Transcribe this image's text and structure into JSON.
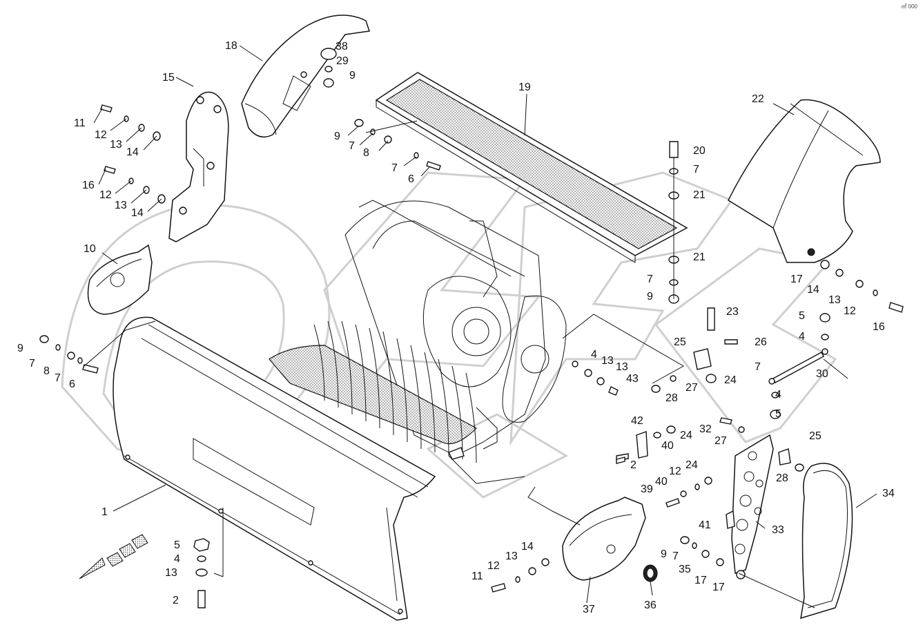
{
  "corner_mark": "㎡ 000",
  "callouts": [
    {
      "id": "c1",
      "text": "1"
    },
    {
      "id": "c2a",
      "text": "2"
    },
    {
      "id": "c2b",
      "text": "2"
    },
    {
      "id": "c4a",
      "text": "4"
    },
    {
      "id": "c4b",
      "text": "4"
    },
    {
      "id": "c4c",
      "text": "4"
    },
    {
      "id": "c4d",
      "text": "4"
    },
    {
      "id": "c5a",
      "text": "5"
    },
    {
      "id": "c5b",
      "text": "5"
    },
    {
      "id": "c5c",
      "text": "5"
    },
    {
      "id": "c6a",
      "text": "6"
    },
    {
      "id": "c6b",
      "text": "6"
    },
    {
      "id": "c7a",
      "text": "7"
    },
    {
      "id": "c7b",
      "text": "7"
    },
    {
      "id": "c7c",
      "text": "7"
    },
    {
      "id": "c7d",
      "text": "7"
    },
    {
      "id": "c7e",
      "text": "7"
    },
    {
      "id": "c7f",
      "text": "7"
    },
    {
      "id": "c7g",
      "text": "7"
    },
    {
      "id": "c7h",
      "text": "7"
    },
    {
      "id": "c8a",
      "text": "8"
    },
    {
      "id": "c8b",
      "text": "8"
    },
    {
      "id": "c9a",
      "text": "9"
    },
    {
      "id": "c9b",
      "text": "9"
    },
    {
      "id": "c9c",
      "text": "9"
    },
    {
      "id": "c9d",
      "text": "9"
    },
    {
      "id": "c9e",
      "text": "9"
    },
    {
      "id": "c10",
      "text": "10"
    },
    {
      "id": "c11a",
      "text": "11"
    },
    {
      "id": "c11b",
      "text": "11"
    },
    {
      "id": "c12a",
      "text": "12"
    },
    {
      "id": "c12b",
      "text": "12"
    },
    {
      "id": "c12c",
      "text": "12"
    },
    {
      "id": "c12d",
      "text": "12"
    },
    {
      "id": "c12e",
      "text": "12"
    },
    {
      "id": "c13a",
      "text": "13"
    },
    {
      "id": "c13b",
      "text": "13"
    },
    {
      "id": "c13c",
      "text": "13"
    },
    {
      "id": "c13d",
      "text": "13"
    },
    {
      "id": "c13e",
      "text": "13"
    },
    {
      "id": "c13f",
      "text": "13"
    },
    {
      "id": "c13g",
      "text": "13"
    },
    {
      "id": "c14a",
      "text": "14"
    },
    {
      "id": "c14b",
      "text": "14"
    },
    {
      "id": "c14c",
      "text": "14"
    },
    {
      "id": "c14d",
      "text": "14"
    },
    {
      "id": "c15",
      "text": "15"
    },
    {
      "id": "c16a",
      "text": "16"
    },
    {
      "id": "c16b",
      "text": "16"
    },
    {
      "id": "c17a",
      "text": "17"
    },
    {
      "id": "c17b",
      "text": "17"
    },
    {
      "id": "c17c",
      "text": "17"
    },
    {
      "id": "c18",
      "text": "18"
    },
    {
      "id": "c19",
      "text": "19"
    },
    {
      "id": "c20",
      "text": "20"
    },
    {
      "id": "c21a",
      "text": "21"
    },
    {
      "id": "c21b",
      "text": "21"
    },
    {
      "id": "c22",
      "text": "22"
    },
    {
      "id": "c23",
      "text": "23"
    },
    {
      "id": "c24a",
      "text": "24"
    },
    {
      "id": "c24b",
      "text": "24"
    },
    {
      "id": "c24c",
      "text": "24"
    },
    {
      "id": "c25a",
      "text": "25"
    },
    {
      "id": "c25b",
      "text": "25"
    },
    {
      "id": "c26",
      "text": "26"
    },
    {
      "id": "c27a",
      "text": "27"
    },
    {
      "id": "c27b",
      "text": "27"
    },
    {
      "id": "c28a",
      "text": "28"
    },
    {
      "id": "c28b",
      "text": "28"
    },
    {
      "id": "c29",
      "text": "29"
    },
    {
      "id": "c30",
      "text": "30"
    },
    {
      "id": "c32",
      "text": "32"
    },
    {
      "id": "c33",
      "text": "33"
    },
    {
      "id": "c34",
      "text": "34"
    },
    {
      "id": "c35",
      "text": "35"
    },
    {
      "id": "c36",
      "text": "36"
    },
    {
      "id": "c37",
      "text": "37"
    },
    {
      "id": "c38",
      "text": "38"
    },
    {
      "id": "c39",
      "text": "39"
    },
    {
      "id": "c40a",
      "text": "40"
    },
    {
      "id": "c40b",
      "text": "40"
    },
    {
      "id": "c41",
      "text": "41"
    },
    {
      "id": "c42",
      "text": "42"
    },
    {
      "id": "c43",
      "text": "43"
    }
  ]
}
